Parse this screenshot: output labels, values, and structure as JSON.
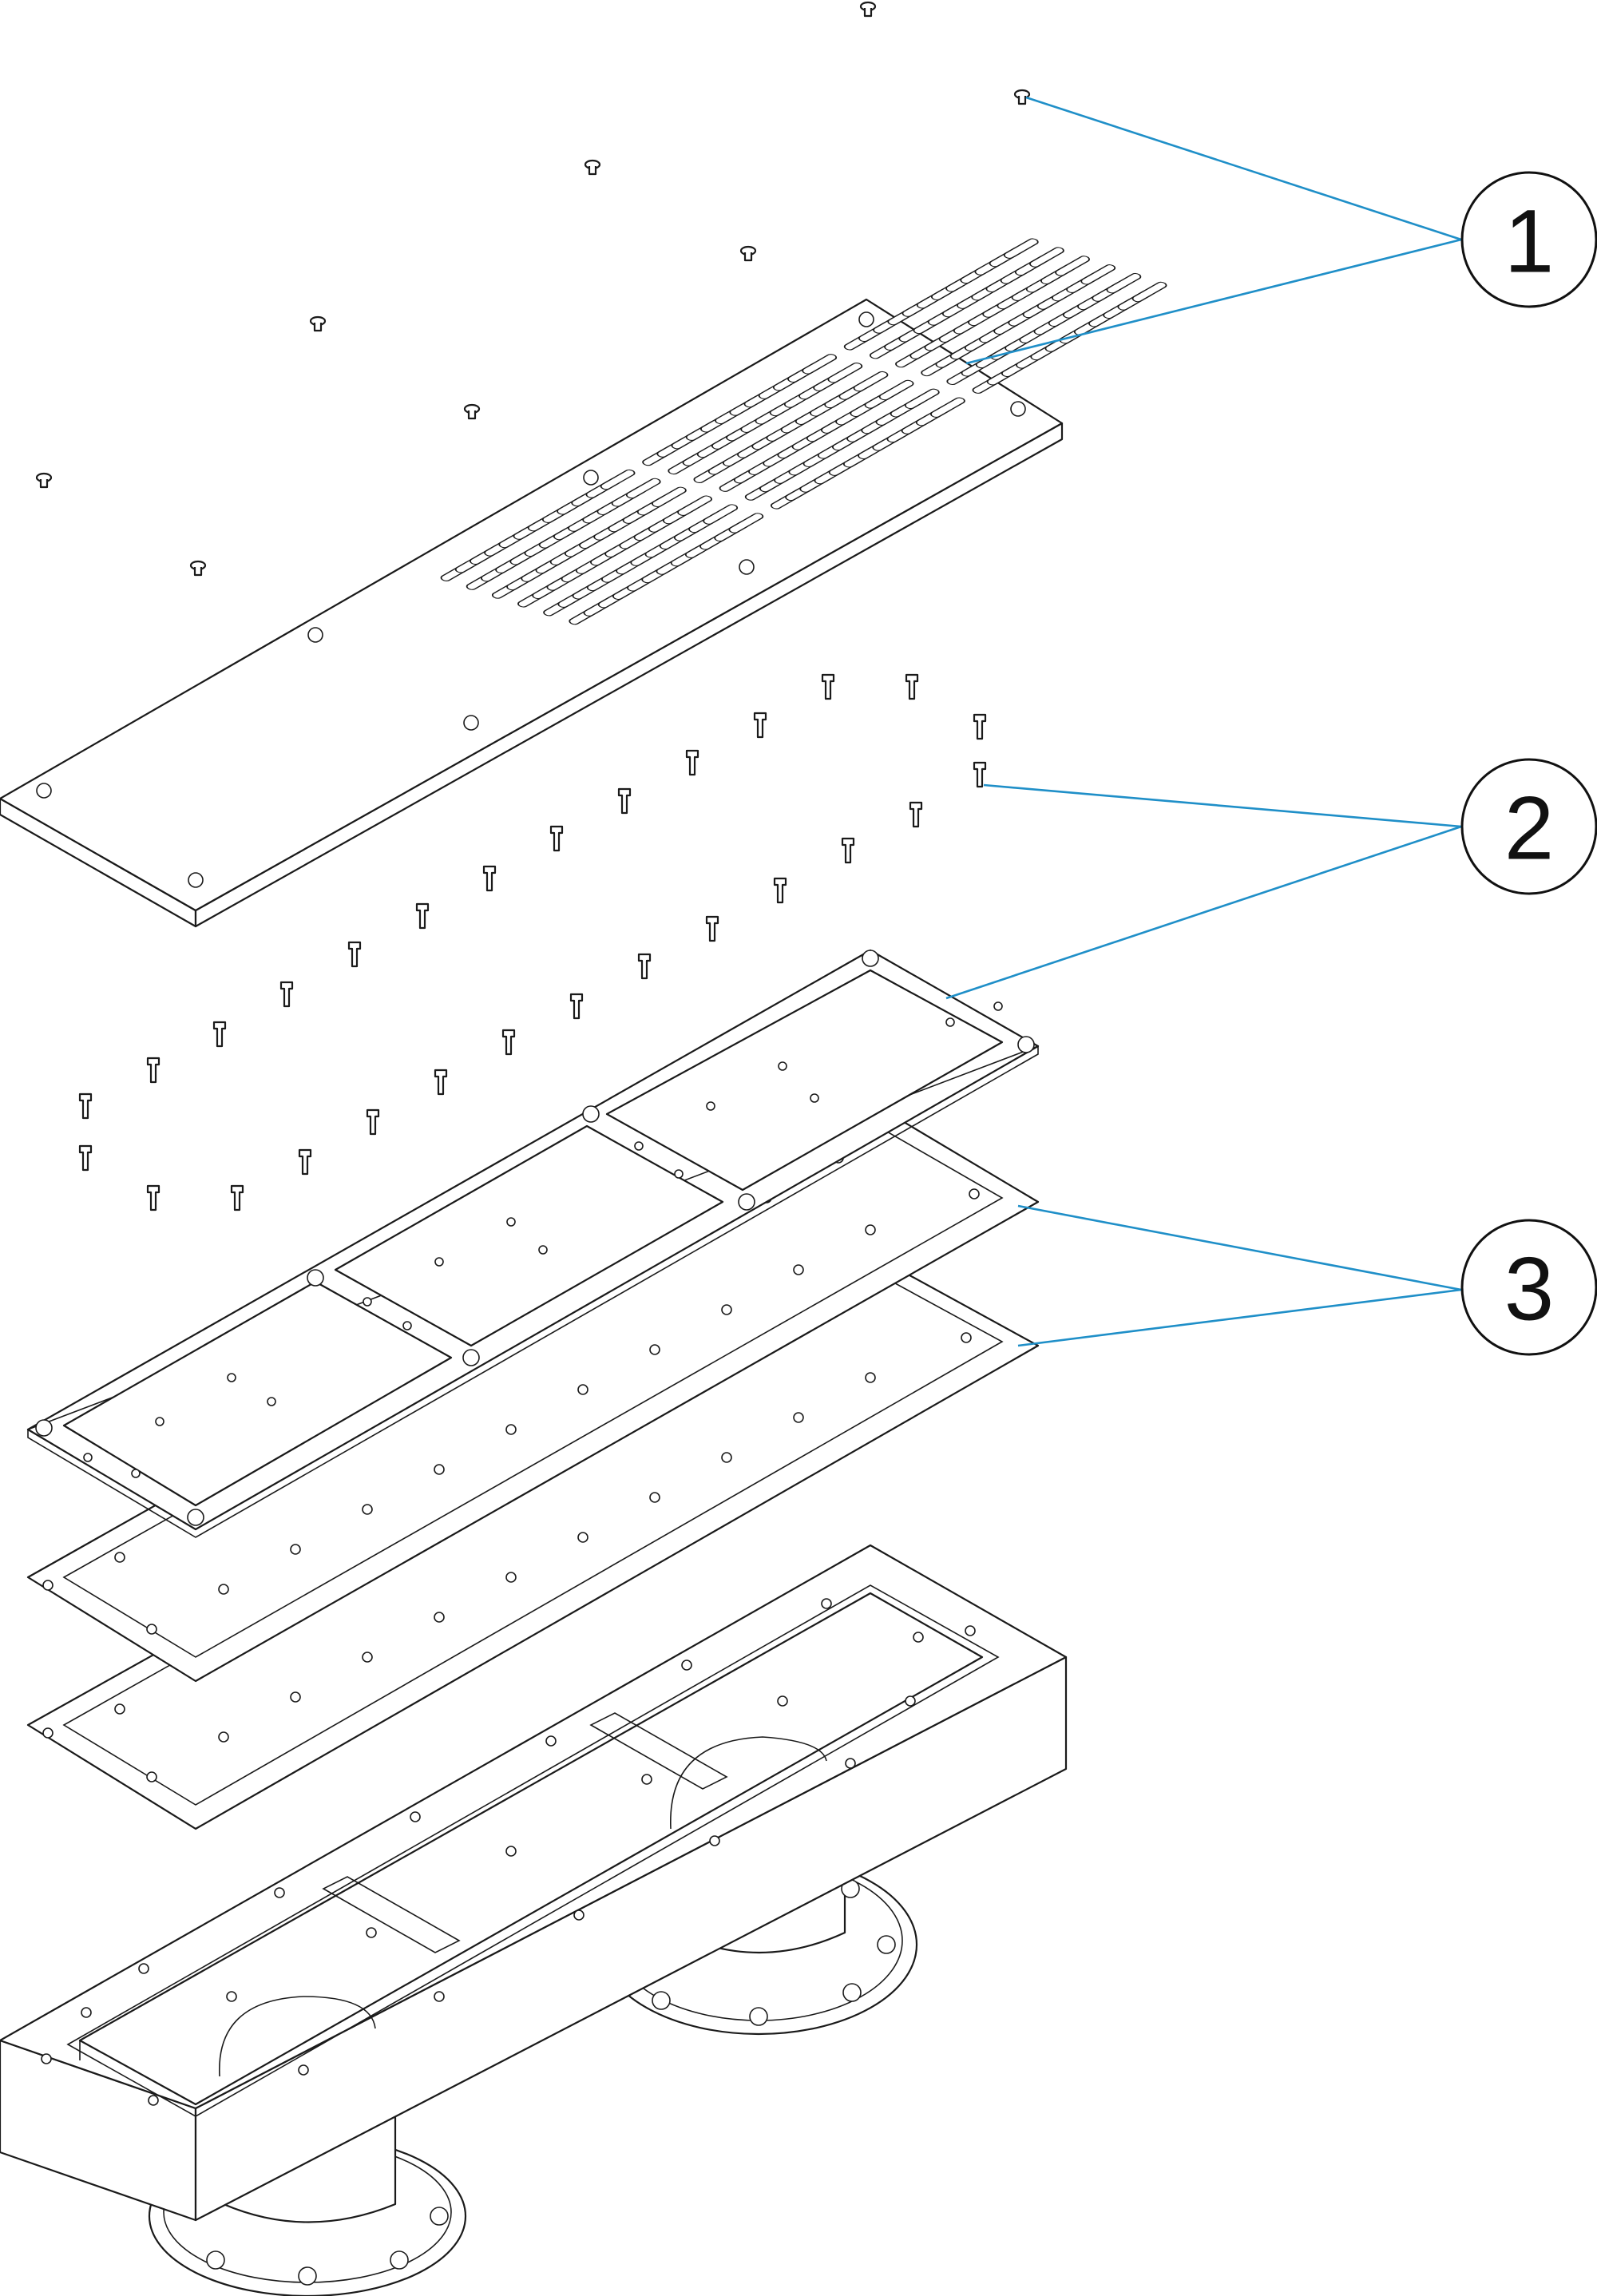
{
  "callouts": [
    {
      "id": "1",
      "label": "1"
    },
    {
      "id": "2",
      "label": "2"
    },
    {
      "id": "3",
      "label": "3"
    }
  ],
  "colors": {
    "leader": "#1f8fc8",
    "line": "#1a1a1a",
    "background": "#ffffff"
  }
}
